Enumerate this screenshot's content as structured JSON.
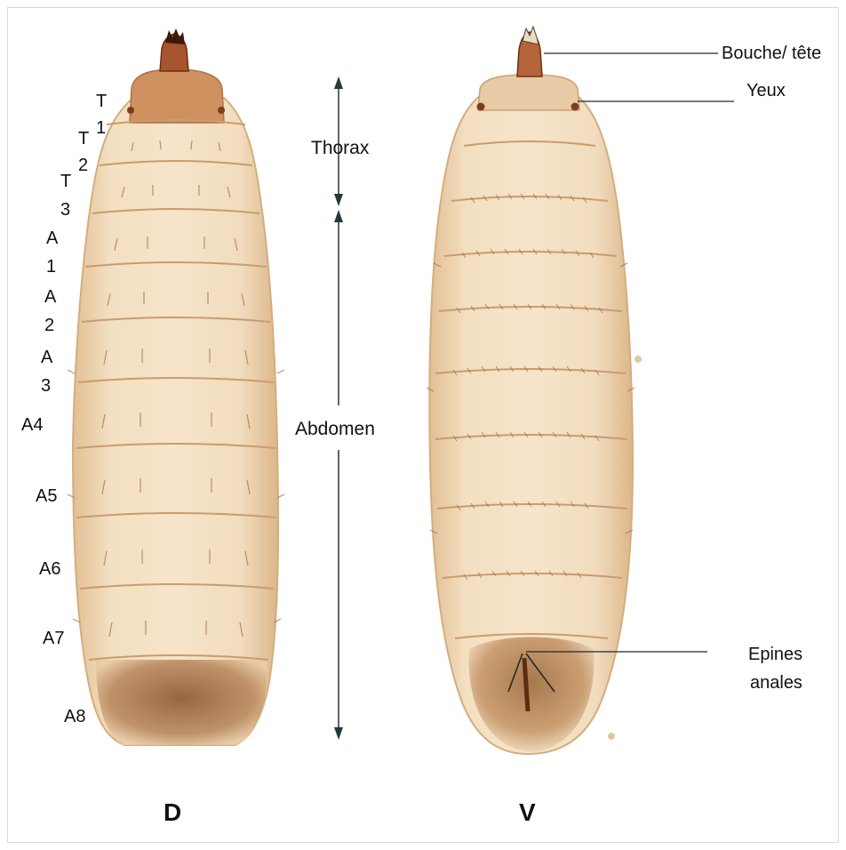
{
  "figure": {
    "views": {
      "dorsal_label": "D",
      "ventral_label": "V"
    },
    "dorsal_segments": [
      {
        "letter": "T",
        "number": "1"
      },
      {
        "letter": "T",
        "number": "2"
      },
      {
        "letter": "T",
        "number": "3"
      },
      {
        "letter": "A",
        "number": "1"
      },
      {
        "letter": "A",
        "number": "2"
      },
      {
        "letter": "A",
        "number": "3"
      },
      {
        "label": "A4"
      },
      {
        "label": "A5"
      },
      {
        "label": "A6"
      },
      {
        "label": "A7"
      },
      {
        "label": "A8"
      }
    ],
    "regions": {
      "thorax": "Thorax",
      "abdomen": "Abdomen"
    },
    "annotations": {
      "mouth_head": "Bouche/ tête",
      "eyes": "Yeux",
      "anal_spines_line1": "Epines",
      "anal_spines_line2": "anales"
    },
    "colors": {
      "larva_body": "#f0d9b8",
      "larva_edge": "#d9b58a",
      "head": "#b8663c",
      "anal_plate": "#9c6a3c",
      "arrow": "#1f3b3a"
    }
  }
}
